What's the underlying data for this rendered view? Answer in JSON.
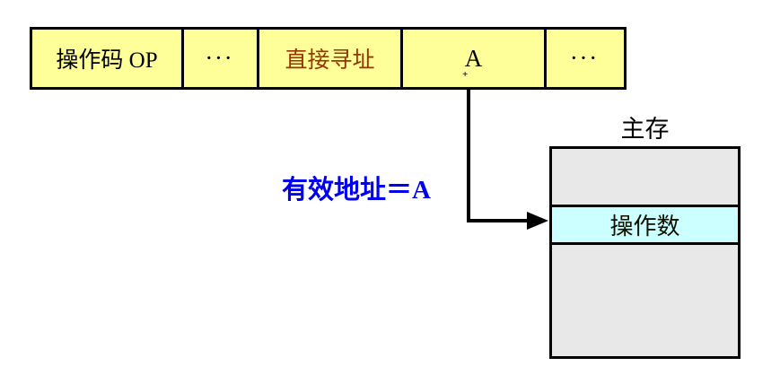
{
  "instruction": {
    "cells": [
      {
        "label": "操作码 OP"
      },
      {
        "label": "···"
      },
      {
        "label": "直接寻址"
      },
      {
        "label": "A"
      },
      {
        "label": "···"
      }
    ]
  },
  "annotations": {
    "effective_address": "有效地址＝A",
    "stray_mark": "+"
  },
  "memory": {
    "title": "主存",
    "operand_cell": "操作数"
  },
  "colors": {
    "instruction_fill": "#FFFF99",
    "direct_addressing_text": "#993300",
    "effective_address_text": "#0000EE",
    "memory_fill": "#E8E8E8",
    "operand_fill": "#CCFFFF",
    "line": "#000000"
  }
}
